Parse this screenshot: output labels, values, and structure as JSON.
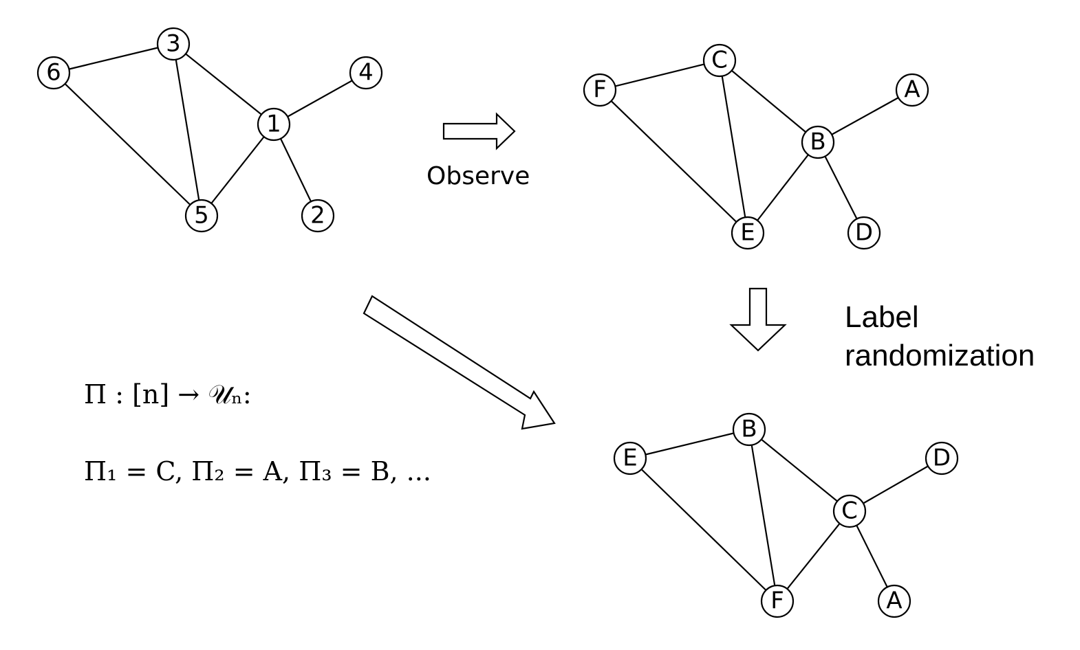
{
  "graphs": [
    {
      "id": "original",
      "nodes": [
        {
          "label": "1"
        },
        {
          "label": "2"
        },
        {
          "label": "3"
        },
        {
          "label": "4"
        },
        {
          "label": "5"
        },
        {
          "label": "6"
        }
      ],
      "edges": [
        [
          "6",
          "3"
        ],
        [
          "6",
          "5"
        ],
        [
          "3",
          "5"
        ],
        [
          "3",
          "1"
        ],
        [
          "1",
          "4"
        ],
        [
          "1",
          "5"
        ],
        [
          "1",
          "2"
        ]
      ]
    },
    {
      "id": "observed",
      "nodes": [
        {
          "label": "A"
        },
        {
          "label": "B"
        },
        {
          "label": "C"
        },
        {
          "label": "D"
        },
        {
          "label": "E"
        },
        {
          "label": "F"
        }
      ],
      "edges": [
        [
          "F",
          "C"
        ],
        [
          "F",
          "E"
        ],
        [
          "C",
          "E"
        ],
        [
          "C",
          "B"
        ],
        [
          "B",
          "A"
        ],
        [
          "B",
          "E"
        ],
        [
          "B",
          "D"
        ]
      ]
    },
    {
      "id": "randomized",
      "nodes": [
        {
          "label": "A"
        },
        {
          "label": "B"
        },
        {
          "label": "C"
        },
        {
          "label": "D"
        },
        {
          "label": "E"
        },
        {
          "label": "F"
        }
      ],
      "edges": [
        [
          "E",
          "B"
        ],
        [
          "E",
          "F"
        ],
        [
          "B",
          "F"
        ],
        [
          "B",
          "C"
        ],
        [
          "C",
          "D"
        ],
        [
          "C",
          "F"
        ],
        [
          "C",
          "A"
        ]
      ]
    }
  ],
  "labels": {
    "observe": "Observe",
    "label_line1": "Label",
    "label_line2": "randomization"
  },
  "math": {
    "line1": "Π : [n] → 𝒰ₙ:",
    "line2": "Π₁ = C, Π₂ = A, Π₃ = B, ..."
  }
}
